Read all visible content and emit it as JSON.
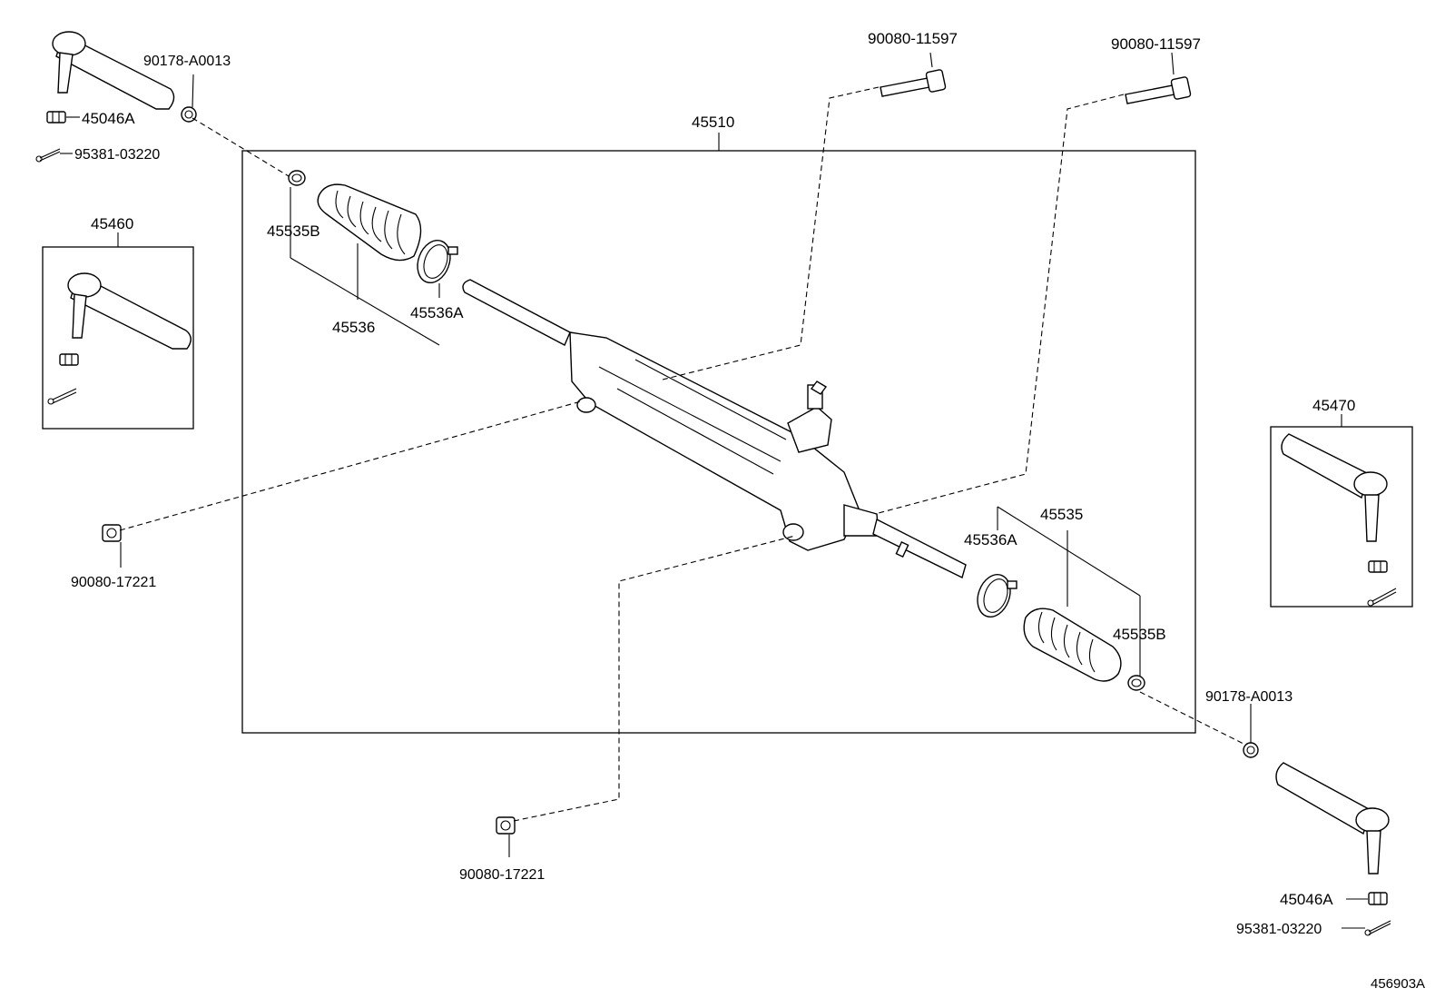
{
  "labels": {
    "bolt_left": "90080-11597",
    "bolt_right": "90080-11597",
    "gear_assy": "45510",
    "nut_tl_small": "90178-A0013",
    "nut_tl_castle": "45046A",
    "pin_tl": "95381-03220",
    "tie_rod_left": "45460",
    "clip_left": "45535B",
    "boot_left": "45536",
    "clamp_left": "45536A",
    "mount_bolt_left": "90080-17221",
    "tie_rod_right": "45470",
    "boot_right": "45535",
    "clamp_right": "45536A",
    "clip_right": "45535B",
    "nut_br_small": "90178-A0013",
    "mount_bolt_bottom": "90080-17221",
    "nut_br_castle": "45046A",
    "pin_br": "95381-03220",
    "figure_id": "456903A"
  },
  "icons": [
    "tie-rod-end-icon",
    "castle-nut-icon",
    "cotter-pin-icon",
    "boot-icon",
    "clamp-icon",
    "flange-bolt-icon",
    "steering-rack-icon"
  ]
}
